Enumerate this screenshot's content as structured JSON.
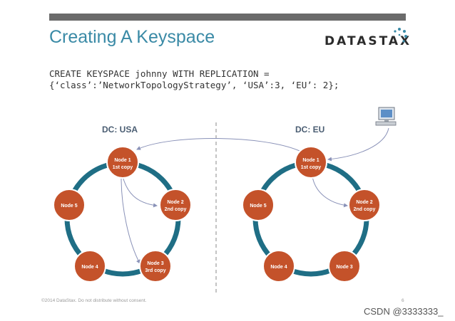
{
  "slide": {
    "title": "Creating A Keyspace",
    "logo_text": "DATASTAX",
    "code_line1": "CREATE KEYSPACE johnny WITH REPLICATION =",
    "code_line2": "{‘class’:’NetworkTopologyStrategy’, ‘USA’:3, ‘EU’: 2};",
    "footer": "©2014 DataStax. Do not distribute without consent.",
    "page_number": "6",
    "watermark": "CSDN @3333333_"
  },
  "colors": {
    "title": "#3a8aa6",
    "ring": "#1f6e85",
    "node_fill": "#c4522a",
    "node_stroke": "#ffffff",
    "arrow": "#8a92b8"
  },
  "icons": [
    "computer-icon"
  ],
  "datacenters": [
    {
      "label": "DC: USA",
      "nodes": [
        {
          "label": "Node 1",
          "copy": "1st copy"
        },
        {
          "label": "Node 2",
          "copy": "2nd copy"
        },
        {
          "label": "Node 3",
          "copy": "3rd copy"
        },
        {
          "label": "Node 4",
          "copy": ""
        },
        {
          "label": "Node 5",
          "copy": ""
        }
      ]
    },
    {
      "label": "DC: EU",
      "nodes": [
        {
          "label": "Node 1",
          "copy": "1st copy"
        },
        {
          "label": "Node 2",
          "copy": "2nd copy"
        },
        {
          "label": "Node 3",
          "copy": ""
        },
        {
          "label": "Node 4",
          "copy": ""
        },
        {
          "label": "Node 5",
          "copy": ""
        }
      ]
    }
  ]
}
